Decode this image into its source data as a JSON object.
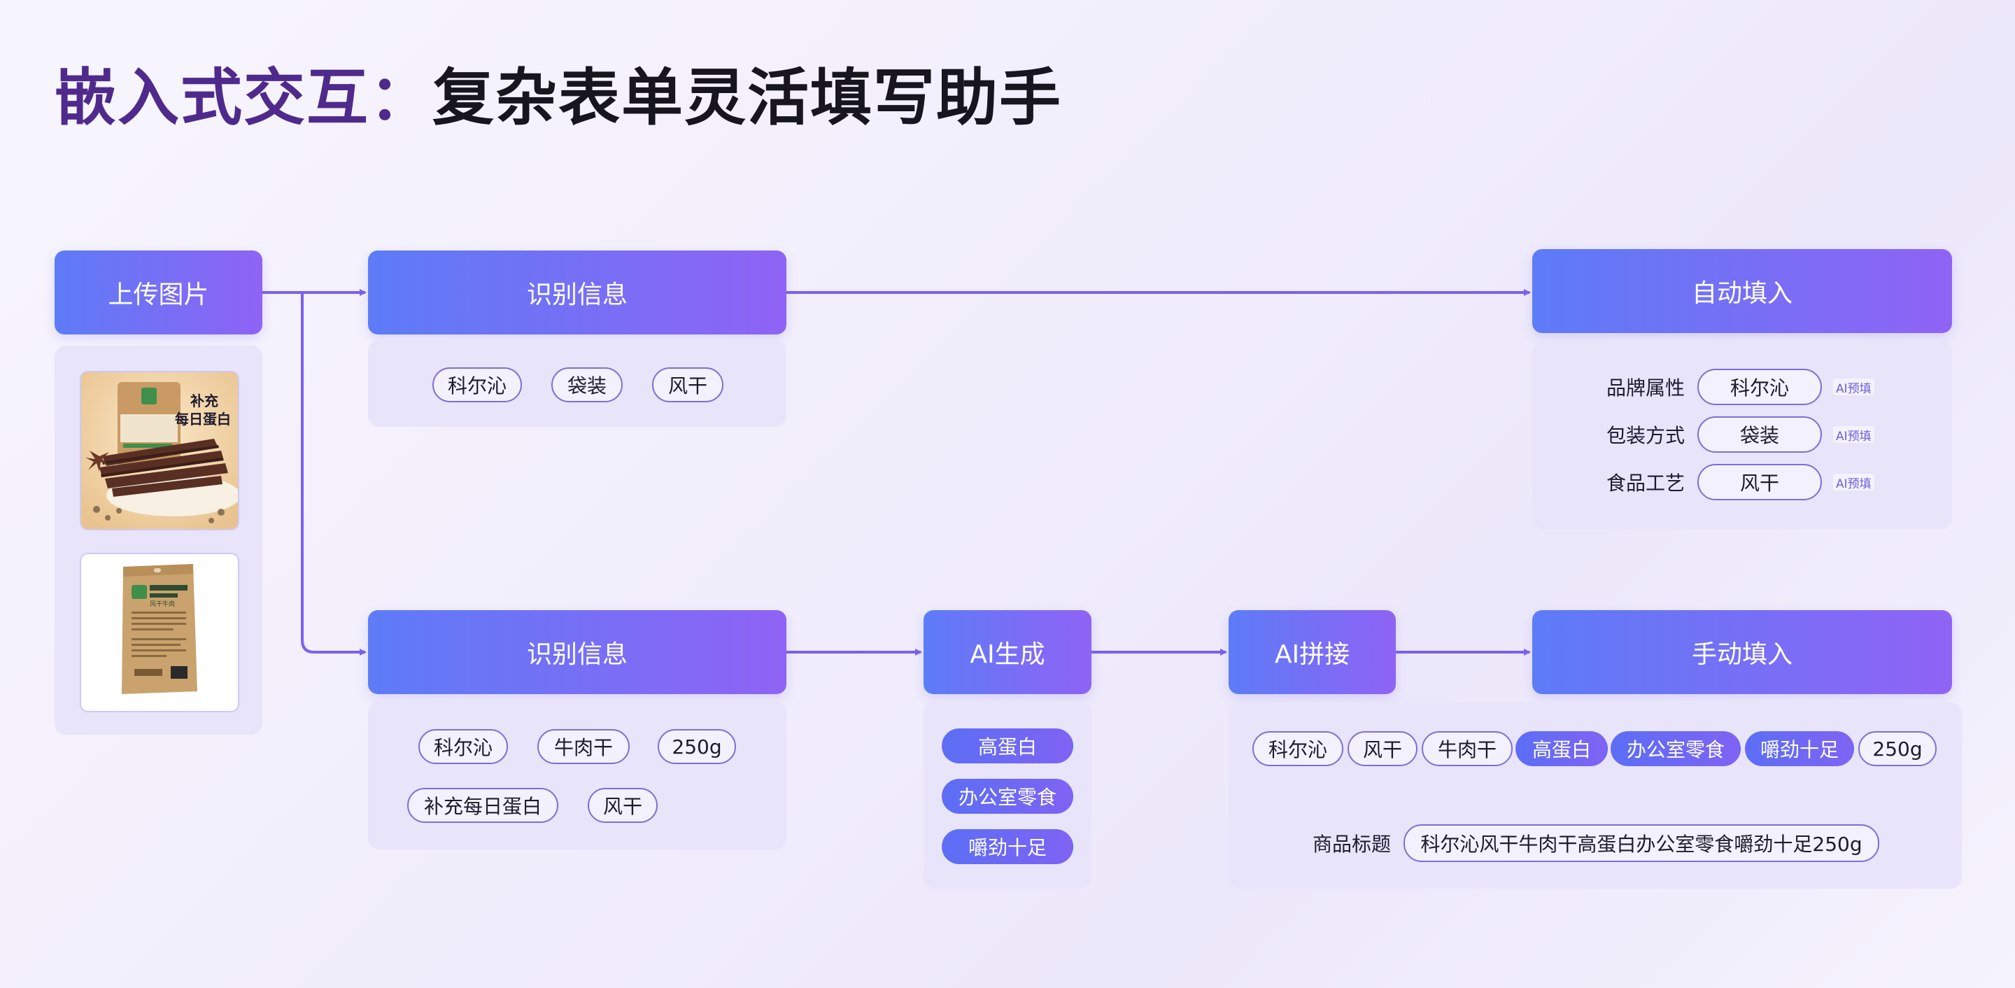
{
  "title": {
    "accent": "嵌入式交互：",
    "main": "复杂表单灵活填写助手"
  },
  "nodes": {
    "upload": "上传图片",
    "recognize_top": "识别信息",
    "auto_fill": "自动填入",
    "recognize_bottom": "识别信息",
    "ai_generate": "AI生成",
    "ai_splice": "AI拼接",
    "manual_fill": "手动填入"
  },
  "product_image": {
    "text_line1": "补充",
    "text_line2": "每日蛋白",
    "pack_label": "风干牛肉"
  },
  "recognize_top_chips": [
    "科尔沁",
    "袋装",
    "风干"
  ],
  "auto_fill_fields": [
    {
      "label": "品牌属性",
      "value": "科尔沁",
      "tag": "AI预填"
    },
    {
      "label": "包装方式",
      "value": "袋装",
      "tag": "AI预填"
    },
    {
      "label": "食品工艺",
      "value": "风干",
      "tag": "AI预填"
    }
  ],
  "recognize_bottom_chips": [
    "科尔沁",
    "牛肉干",
    "250g",
    "补充每日蛋白",
    "风干"
  ],
  "ai_generate_chips": [
    "高蛋白",
    "办公室零食",
    "嚼劲十足"
  ],
  "splice_chips": [
    "科尔沁",
    "风干",
    "牛肉干",
    "高蛋白",
    "办公室零食",
    "嚼劲十足",
    "250g"
  ],
  "product_title": {
    "label": "商品标题",
    "value": "科尔沁风干牛肉干高蛋白办公室零食嚼劲十足250g"
  },
  "colors": {
    "accent": "#7b61f0",
    "head_start": "#5d7cf7",
    "head_end": "#8f63f5",
    "panel": "#e8e4fa"
  }
}
